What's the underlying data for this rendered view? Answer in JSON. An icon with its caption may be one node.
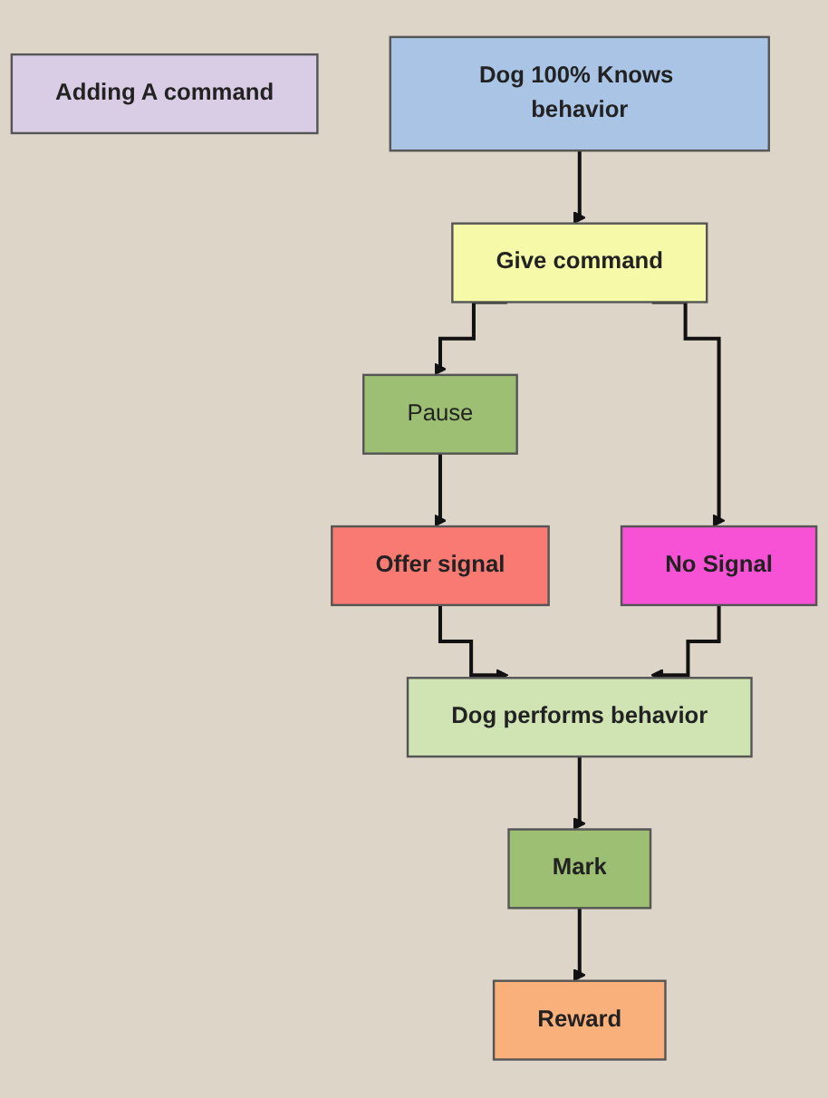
{
  "diagram": {
    "nodes": [
      {
        "text": [
          "Adding A command"
        ]
      },
      {
        "text": [
          "Dog 100% Knows behavior"
        ]
      },
      {
        "text": [
          "Give command"
        ]
      },
      {
        "text": [
          "Pause"
        ]
      },
      {
        "text": [
          "Offer signal"
        ]
      },
      {
        "text": [
          "No Signal"
        ]
      },
      {
        "text": [
          "Dog performs behavior"
        ]
      },
      {
        "text": [
          "Mark"
        ]
      },
      {
        "text": [
          "Reward"
        ]
      }
    ],
    "edges": [
      {
        "from": 1,
        "to": 2,
        "arrow": "to"
      },
      {
        "from": 2,
        "to": 3,
        "arrow": "to"
      },
      {
        "from": 3,
        "to": 4,
        "arrow": "to"
      },
      {
        "from": 2,
        "to": 5,
        "arrow": "to"
      },
      {
        "from": 4,
        "to": 6,
        "arrow": "to"
      },
      {
        "from": 5,
        "to": 6,
        "arrow": "to"
      },
      {
        "from": 6,
        "to": 7,
        "arrow": "to"
      },
      {
        "from": 7,
        "to": 8,
        "arrow": "to"
      }
    ]
  }
}
